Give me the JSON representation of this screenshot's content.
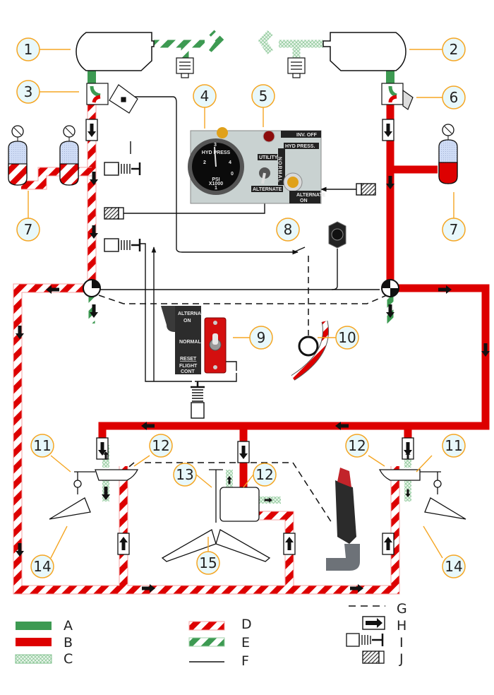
{
  "colors": {
    "supply_green": "#3d9a52",
    "pressure_red": "#dd0000",
    "callout_orange": "#f5a623",
    "callout_fill": "#e8f8fb"
  },
  "callouts": [
    "1",
    "2",
    "3",
    "4",
    "5",
    "6",
    "7",
    "7",
    "8",
    "9",
    "10",
    "11",
    "11",
    "12",
    "12",
    "12",
    "13",
    "14",
    "14",
    "15"
  ],
  "panel_4_5": {
    "gauge_title": "HYD PRESS",
    "gauge_unit": "PSI",
    "gauge_scale": "X1000",
    "gauge_ticks": [
      "2",
      "3",
      "4",
      "0",
      "1"
    ],
    "utility": "UTILITY",
    "normal": "NORMAL",
    "alternate": "ALTERNATE",
    "hyd_press": "HYD PRESS.",
    "inv_off": "INV. OFF",
    "alternate_on_1": "ALTERNATE",
    "alternate_on_2": "ON"
  },
  "panel_9": {
    "alterna": "ALTERNA",
    "on": "ON",
    "normal": "NORMAL",
    "reset": "RESET",
    "flight": "FLIGHT",
    "cont": "CONT"
  },
  "legend": {
    "items": [
      {
        "key": "A",
        "symbol": "solid-green-line"
      },
      {
        "key": "B",
        "symbol": "solid-red-line"
      },
      {
        "key": "C",
        "symbol": "green-crosshatch-line"
      },
      {
        "key": "D",
        "symbol": "red-white-striped-line"
      },
      {
        "key": "E",
        "symbol": "green-white-striped-line"
      },
      {
        "key": "F",
        "symbol": "thin-black-line"
      },
      {
        "key": "G",
        "symbol": "dashed-line"
      },
      {
        "key": "H",
        "symbol": "flow-arrow-box"
      },
      {
        "key": "I",
        "symbol": "actuator"
      },
      {
        "key": "J",
        "symbol": "hatched-valve"
      }
    ]
  }
}
